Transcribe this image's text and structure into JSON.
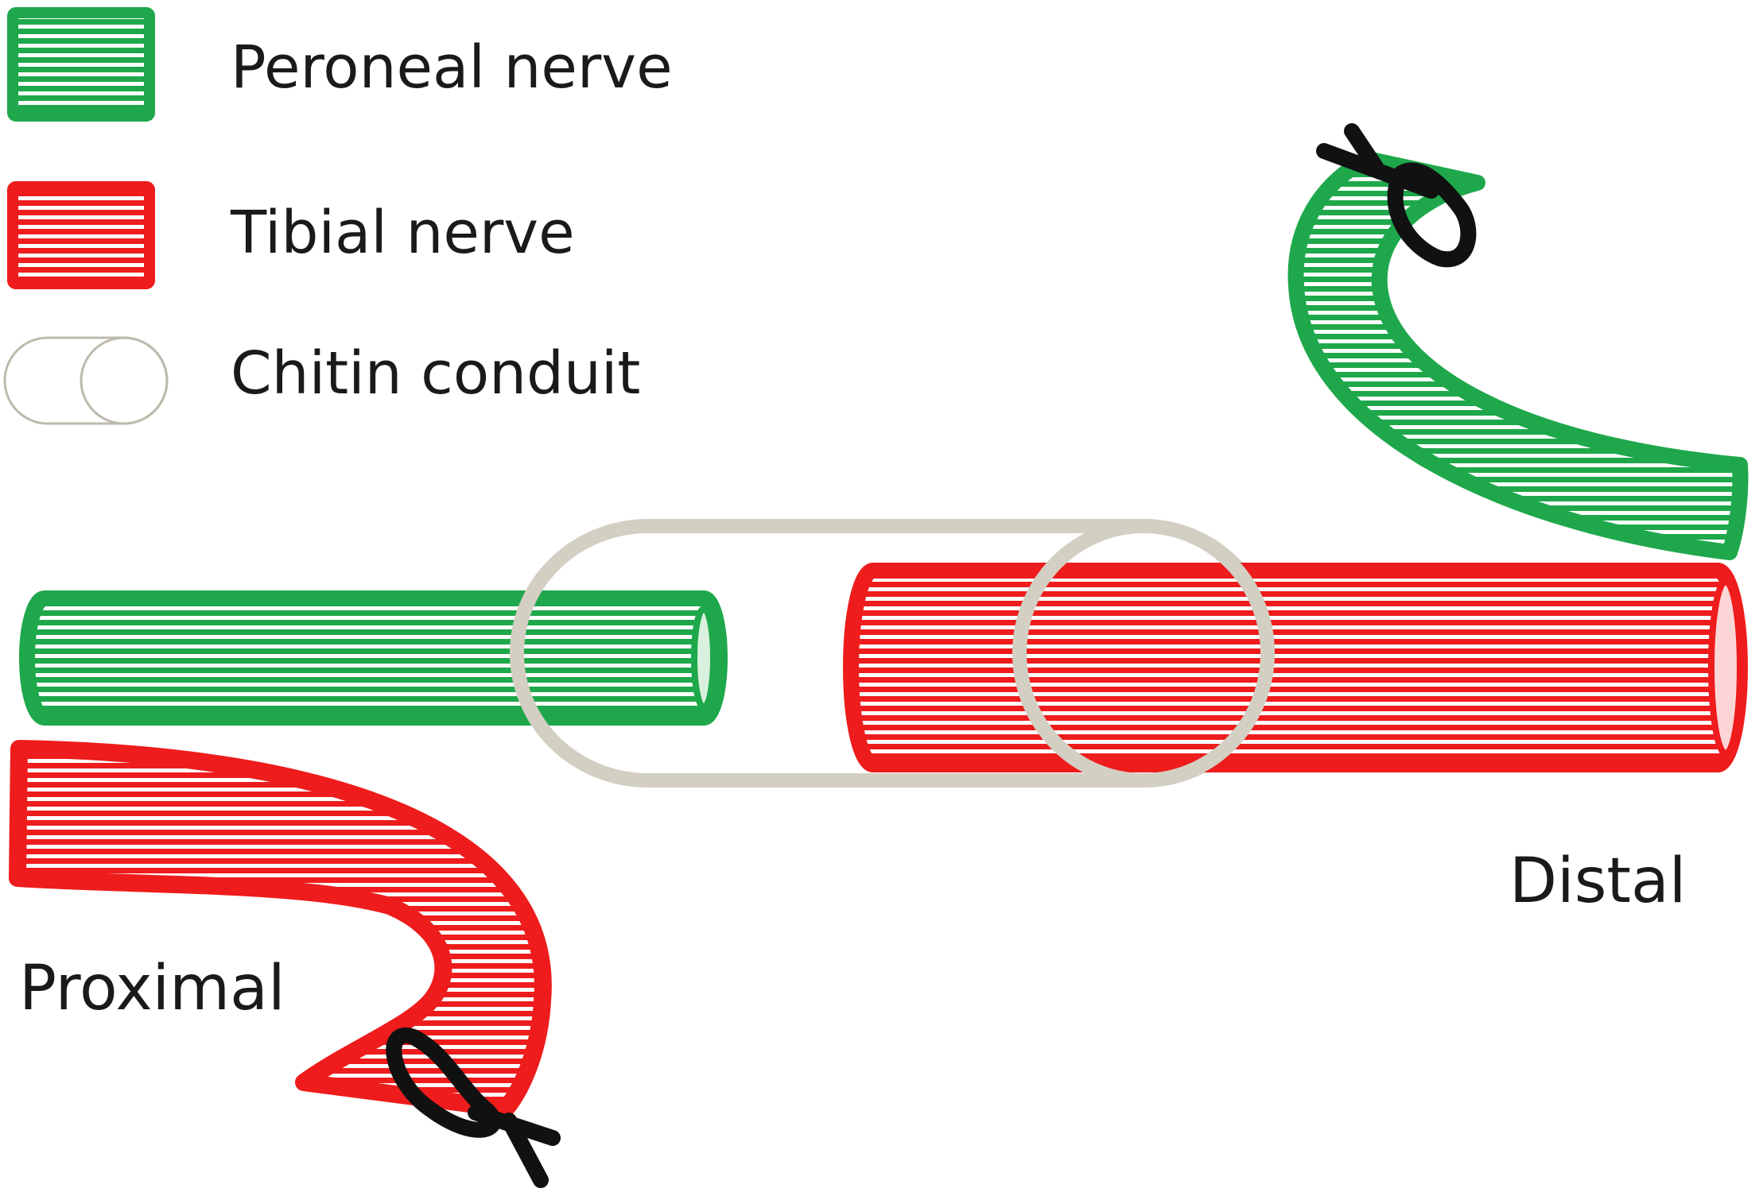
{
  "legend": {
    "items": [
      {
        "key": "peroneal",
        "label": "Peroneal nerve"
      },
      {
        "key": "tibial",
        "label": "Tibial nerve"
      },
      {
        "key": "conduit",
        "label": "Chitin conduit"
      }
    ]
  },
  "labels": {
    "proximal": "Proximal",
    "distal": "Distal"
  },
  "colors": {
    "peroneal_outline": "#1ea84b",
    "peroneal_stripe": "#d8f0dd",
    "tibial_outline": "#ee1c1c",
    "tibial_stripe": "#fcd6d6",
    "conduit_outline": "#d3cfc2",
    "suture": "#111111"
  }
}
